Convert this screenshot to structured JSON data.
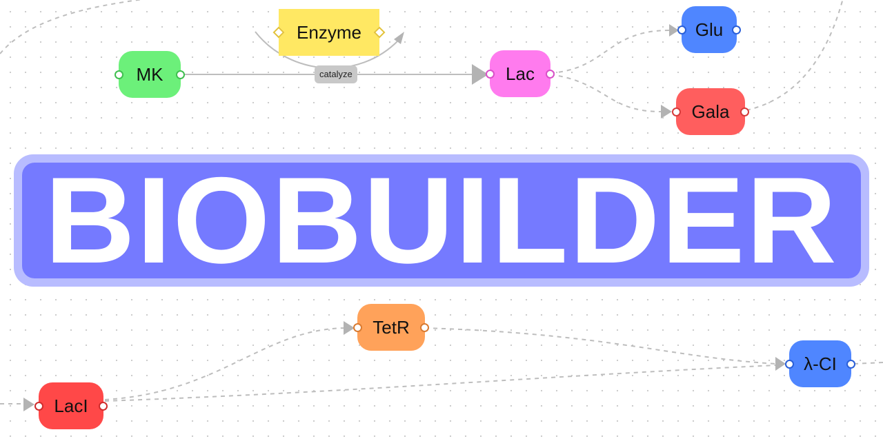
{
  "banner": {
    "title": "BIOBUILDER"
  },
  "colors": {
    "canvas_background": "#ffffff",
    "grid_dot": "#c9c9c9",
    "edge": "#bdbdbd",
    "banner_outer": "#b8bcff",
    "banner_inner": "#757aff"
  },
  "nodes": {
    "mk": {
      "label": "MK",
      "color": "#6cf07a",
      "handle_color": "#3fbf4f"
    },
    "enzyme": {
      "label": "Enzyme",
      "color": "#ffe863",
      "handle_color": "#e3c23a"
    },
    "lac": {
      "label": "Lac",
      "color": "#ff7bee",
      "handle_color": "#d94fc8"
    },
    "glu": {
      "label": "Glu",
      "color": "#4f86ff",
      "handle_color": "#2a5fd8"
    },
    "gala": {
      "label": "Gala",
      "color": "#ff5e5e",
      "handle_color": "#d63a3a"
    },
    "tetr": {
      "label": "TetR",
      "color": "#ffa25a",
      "handle_color": "#d97b32"
    },
    "lambda": {
      "label": "λ-CI",
      "color": "#4f86ff",
      "handle_color": "#2a5fd8"
    },
    "laci": {
      "label": "LacI",
      "color": "#ff4848",
      "handle_color": "#cf2b2b"
    }
  },
  "edges": {
    "catalyze_label": "catalyze"
  }
}
